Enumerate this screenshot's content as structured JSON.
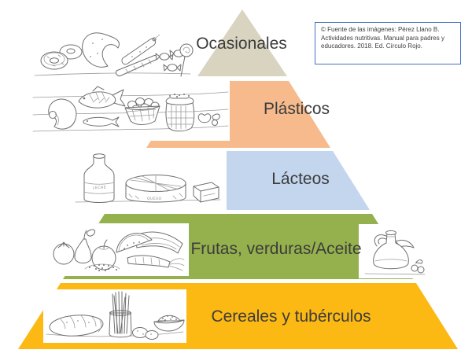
{
  "slide": {
    "background_color": "#ffffff",
    "type": "food-pyramid-diagram"
  },
  "pyramid": {
    "label_color": "#3c3c3c",
    "levels": [
      {
        "label": "Ocasionales",
        "color": "#d8d4c0"
      },
      {
        "label": "Plásticos",
        "color": "#f6ba8c"
      },
      {
        "label": "Lácteos",
        "color": "#c4d5ee"
      },
      {
        "label": "Frutas, verduras/Aceite",
        "color": "#95b14d"
      },
      {
        "label": "Cereales y tubérculos",
        "color": "#fcb813"
      }
    ]
  },
  "citation": {
    "border_color": "#4472c4",
    "text_color": "#404040",
    "lines": [
      "© Fuente de las imágenes: Pérez Llano B.",
      "Actividades nutritivas. Manual para padres y",
      "educadores. 2018. Ed. Círculo Rojo."
    ]
  },
  "illustrations": {
    "ocasionales": {
      "icon": "sweets-pastries-sketch",
      "depicts": "donuts, croissant, sausages, wrapped candies, lollipop"
    },
    "plasticos": {
      "icon": "protein-foods-sketch",
      "depicts": "ham, fish, sardine, basket of eggs, legume sack, nuts"
    },
    "lacteos": {
      "icon": "dairy-products-sketch",
      "depicts": "milk bottle, cheese wheel, cheese wedge",
      "milk_label": "LECHE",
      "cheese_label": "QUESO"
    },
    "frutas": {
      "icon": "fruits-vegetables-sketch",
      "depicts": "tomato, pear, apple, watermelon slice, carrot, celery, grains"
    },
    "aceite": {
      "icon": "olive-oil-cruet-sketch",
      "depicts": "oil cruet and olives"
    },
    "cereales": {
      "icon": "cereals-tubers-sketch",
      "depicts": "bread loaf, spaghetti jar, potatoes, bowl of grain"
    }
  }
}
